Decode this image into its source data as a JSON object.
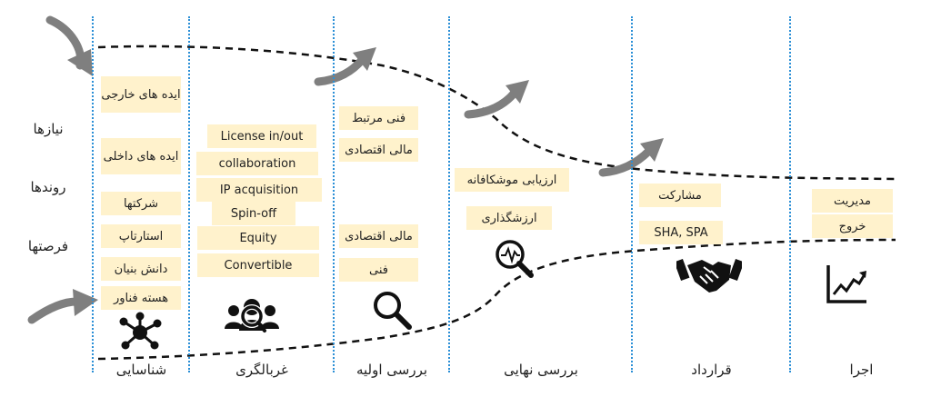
{
  "side_labels": {
    "needs": "نیازها",
    "trends": "روندها",
    "opportunities": "فرصتها"
  },
  "stages": [
    {
      "label": "شناسایی",
      "items": [
        "ایده های خارجی",
        "ایده های داخلی",
        "شرکتها",
        "استارتاپ",
        "دانش بنیان",
        "هسته فناور"
      ]
    },
    {
      "label": "غربالگری",
      "items": [
        "License in/out",
        "collaboration",
        "IP acquisition",
        "Spin-off",
        "Equity",
        "Convertible"
      ]
    },
    {
      "label": "بررسی اولیه",
      "items": [
        "فنی مرتبط",
        "مالی اقتصادی",
        "مالی اقتصادی",
        "فنی"
      ]
    },
    {
      "label": "بررسی نهایی",
      "items": [
        "ارزیابی موشکافانه",
        "ارزشگذاری"
      ]
    },
    {
      "label": "قرارداد",
      "items": [
        "مشارکت",
        "SHA, SPA"
      ]
    },
    {
      "label": "اجرا",
      "items": [
        "مدیریت",
        "خروج"
      ]
    }
  ],
  "icons": [
    "network-icon",
    "people-search-icon",
    "magnifier-icon",
    "analysis-magnifier-icon",
    "handshake-icon",
    "growth-chart-icon"
  ],
  "colors": {
    "box_fill": "#fff2cc",
    "divider": "#2b8fd6",
    "arrow": "#7f7f7f",
    "curve": "#111111"
  }
}
